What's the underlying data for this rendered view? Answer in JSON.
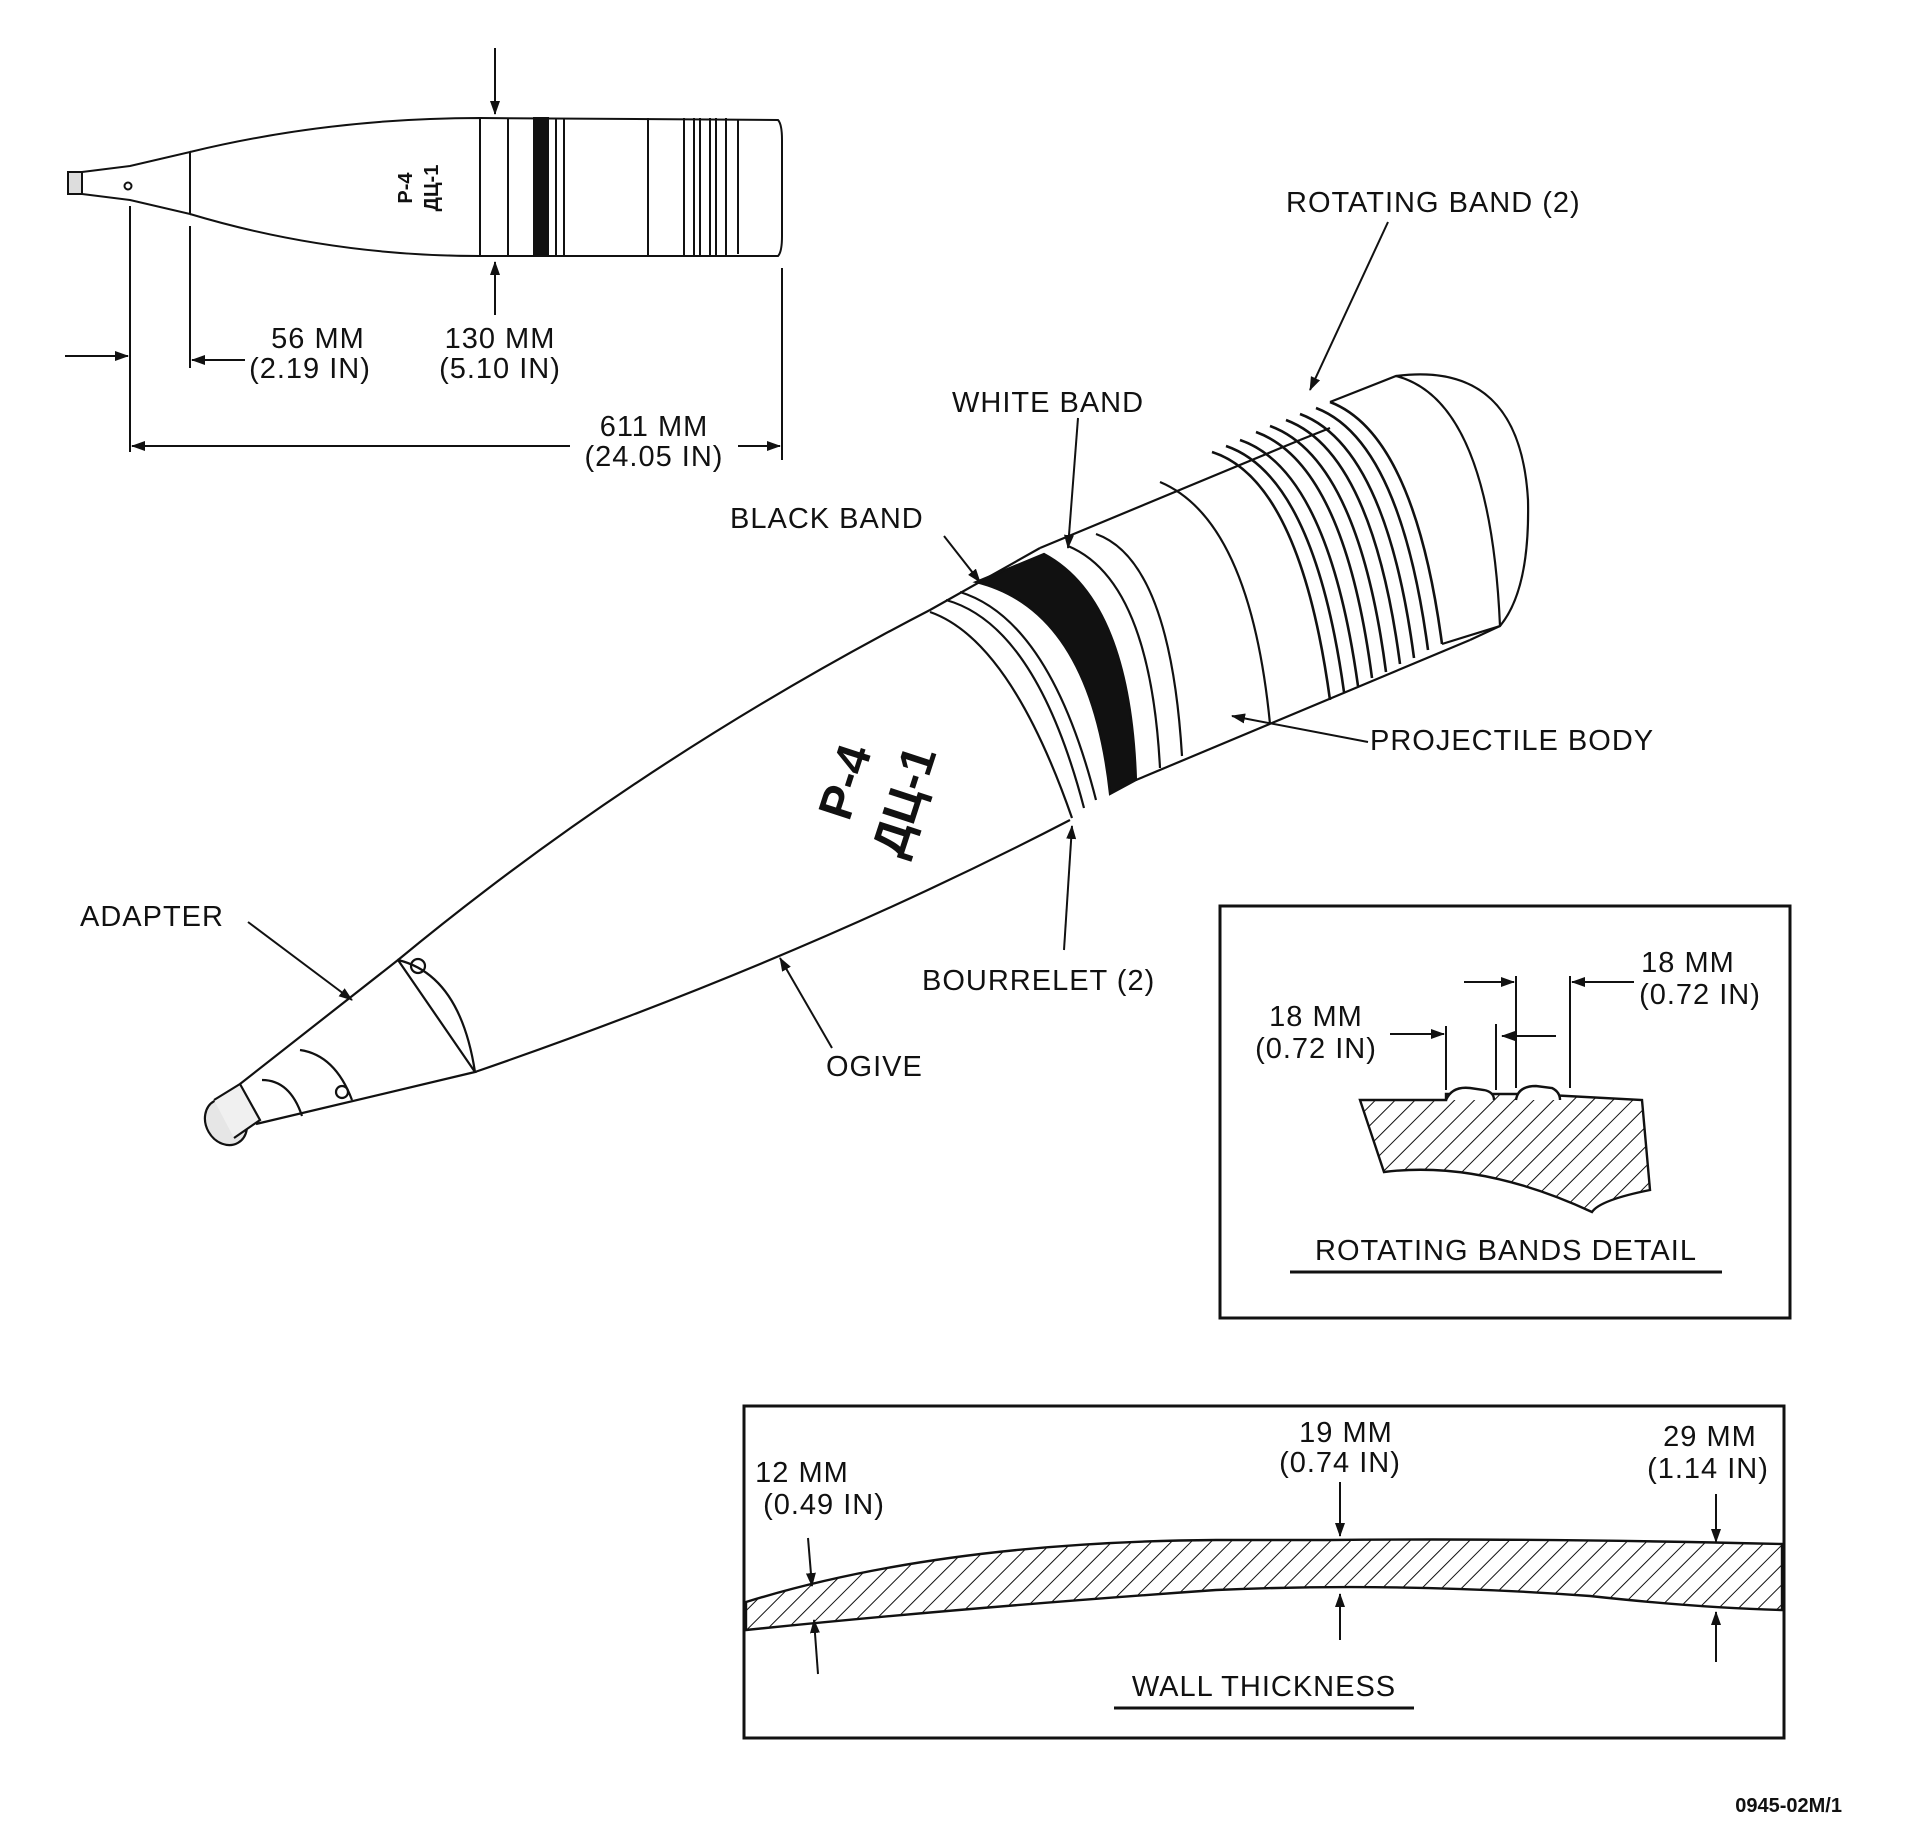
{
  "colors": {
    "ink": "#111111",
    "paper": "#ffffff"
  },
  "side_view": {
    "markings": {
      "line1": "P-4",
      "line2": "ДЦ-1"
    },
    "dim_nose": {
      "mm": "56 MM",
      "in": "(2.19 IN)"
    },
    "dim_caliber": {
      "mm": "130 MM",
      "in": "(5.10 IN)"
    },
    "dim_length": {
      "mm": "611 MM",
      "in": "(24.05 IN)"
    }
  },
  "main_view": {
    "markings": {
      "line1": "P-4",
      "line2": "ДЦ-1"
    },
    "labels": {
      "rotating_band": "ROTATING BAND (2)",
      "white_band": "WHITE BAND",
      "black_band": "BLACK BAND",
      "projectile_body": "PROJECTILE BODY",
      "adapter": "ADAPTER",
      "bourrelet": "BOURRELET (2)",
      "ogive": "OGIVE"
    }
  },
  "rotating_bands_detail": {
    "title": "ROTATING BANDS DETAIL",
    "dim_right": {
      "mm": "18 MM",
      "in": "(0.72 IN)"
    },
    "dim_left": {
      "mm": "18 MM",
      "in": "(0.72 IN)"
    }
  },
  "wall_thickness": {
    "title": "WALL THICKNESS",
    "dim_nose": {
      "mm": "12 MM",
      "in": "(0.49 IN)"
    },
    "dim_mid": {
      "mm": "19 MM",
      "in": "(0.74 IN)"
    },
    "dim_base": {
      "mm": "29 MM",
      "in": "(1.14 IN)"
    }
  },
  "drawing_number": "0945-02M/1"
}
